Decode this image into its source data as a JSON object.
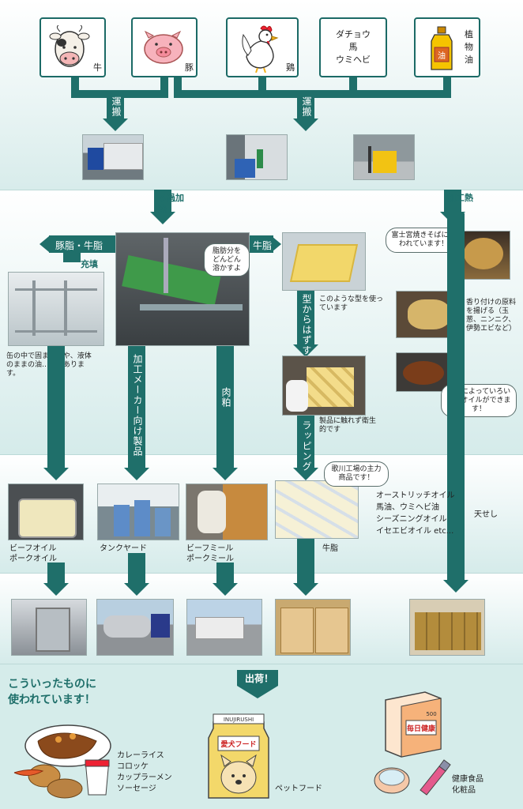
{
  "animals": {
    "cow": "牛",
    "pig": "豚",
    "chicken": "鶏",
    "ostrich_horse_emu": [
      "ダチョウ",
      "馬",
      "ウミヘビ"
    ],
    "veg_oil": "植物油",
    "oil_bottle": "油"
  },
  "transport": {
    "left": "運搬",
    "right": "運搬"
  },
  "process": {
    "render_heat": "ろ過加熱",
    "process_heat": "加工熱",
    "lard_tallow": "豚脂・牛脂",
    "filling": "充填",
    "tallow": "牛脂",
    "bubble_fat": "脂肪分をどんどん溶かすよ",
    "mold_note": "このような型を使っています",
    "remove_mold": "型からはずす",
    "hygiene_note": "製品に触れず衛生的です",
    "wrapping": "ラッピング",
    "can_note": "缶の中で固まる油や、液体のままの油…色々あります。",
    "for_makers": "加工メーカー向け製品",
    "meat_meal": "肉粕",
    "bubble_yakisoba": "富士宮焼きそばに使われています！",
    "flavor_note": "香り付けの原料を揚げる（玉葱、ニンニク、伊勢エビなど）",
    "bubble_oils": "原料によっていろいろなオイルができます！",
    "tensei": "天せし"
  },
  "products": {
    "beef_pork_oil": [
      "ビーフオイル",
      "ポークオイル"
    ],
    "tank_yard": "タンクヤード",
    "meals": [
      "ビーフミール",
      "ポークミール"
    ],
    "bubble_main": "歌川工場の主力商品です！",
    "tallow_label": "牛脂",
    "oil_list": [
      "オーストリッチオイル",
      "馬油、ウミヘビ油",
      "シーズニングオイル",
      "イセエビオイル etc..."
    ]
  },
  "shipping": {
    "label": "出荷！",
    "headline": [
      "こういったものに",
      "使われています！"
    ],
    "foods": [
      "カレーライス",
      "コロッケ",
      "カップラーメン",
      "ソーセージ"
    ],
    "petfood": "ペットフード",
    "petfood_brand": "INUJIRUSHI",
    "petfood_box": "愛犬フード",
    "health": [
      "健康食品",
      "化粧品"
    ],
    "health_box": "毎日健康",
    "health_box_num": "500"
  },
  "colors": {
    "flow": "#1f6f6a",
    "card_border": "#1b6a66",
    "band": "#d5ebea"
  }
}
